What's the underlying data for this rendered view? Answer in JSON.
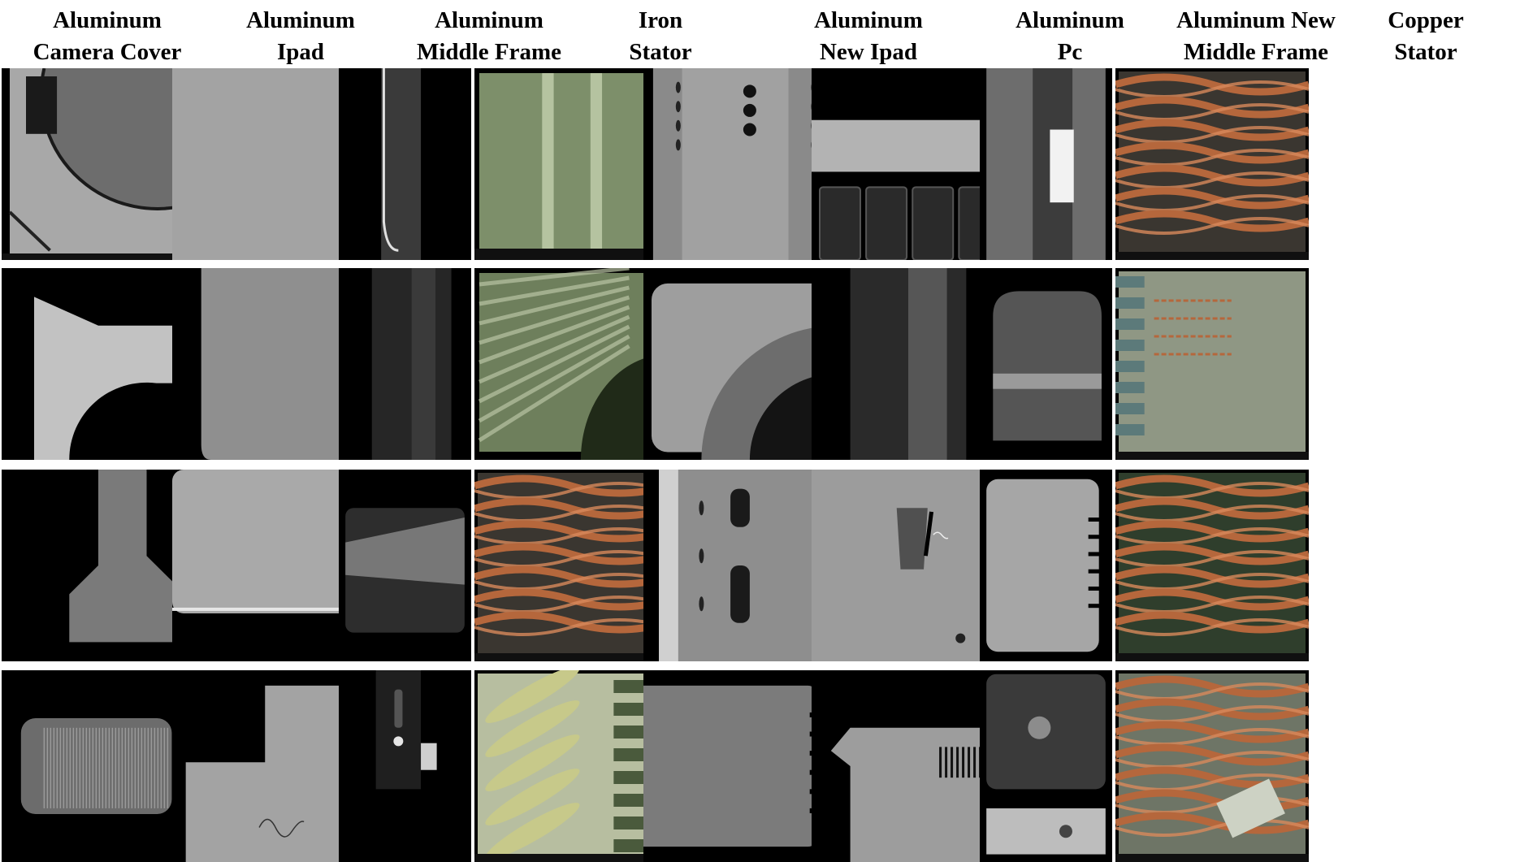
{
  "columns": [
    {
      "line1": "Aluminum",
      "line2": "Camera Cover"
    },
    {
      "line1": "Aluminum",
      "line2": "Ipad"
    },
    {
      "line1": "Aluminum",
      "line2": "Middle Frame"
    },
    {
      "line1": "Iron",
      "line2": "Stator"
    },
    {
      "line1": "Aluminum",
      "line2": "New Ipad"
    },
    {
      "line1": "Aluminum",
      "line2": "Pc"
    },
    {
      "line1": "Aluminum New",
      "line2": "Middle Frame"
    },
    {
      "line1": "Copper",
      "line2": "Stator"
    }
  ],
  "rows": 4,
  "colors": {
    "background": "#ffffff",
    "cell_background": "#000000",
    "aluminum": "#9a9a9a",
    "iron_green": "#7d8f6a",
    "copper": "#b5673c"
  },
  "tiles": [
    [
      "camera-cover-arc",
      "camera-cover-trapezoid",
      "camera-cover-neck",
      "camera-cover-ridged-panel"
    ],
    [
      "ipad-flat-gray",
      "ipad-corner",
      "ipad-textured-edge",
      "ipad-stepped-corner-scratch"
    ],
    [
      "middle-frame-bright-rail",
      "middle-frame-dark-rail",
      "middle-frame-glare-slot",
      "middle-frame-port"
    ],
    [
      "iron-stator-green-bars",
      "iron-stator-laminations",
      "iron-stator-copper-weave",
      "iron-stator-yellow-teeth"
    ],
    [
      "new-ipad-holes",
      "new-ipad-arc-corner",
      "new-ipad-slots",
      "new-ipad-brushed-panel"
    ],
    [
      "pc-bar-and-grille",
      "pc-dark-rail",
      "pc-plate-defect",
      "pc-vent-slots"
    ],
    [
      "new-middle-frame-bright-spot",
      "new-middle-frame-cylinder",
      "new-middle-frame-notched-plate",
      "new-middle-frame-bracket"
    ],
    [
      "copper-stator-weave",
      "copper-stator-laminations",
      "copper-stator-green-weave",
      "copper-stator-weave-label"
    ]
  ]
}
